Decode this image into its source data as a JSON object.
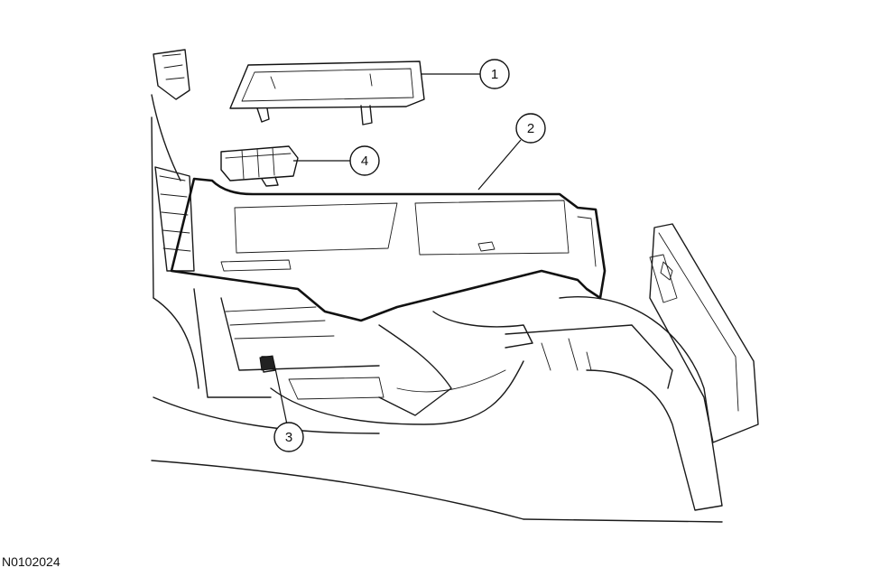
{
  "figure": {
    "id": "N0102024"
  },
  "callouts": [
    {
      "id": "callout-1",
      "label": "1"
    },
    {
      "id": "callout-2",
      "label": "2"
    },
    {
      "id": "callout-3",
      "label": "3"
    },
    {
      "id": "callout-4",
      "label": "4"
    }
  ]
}
